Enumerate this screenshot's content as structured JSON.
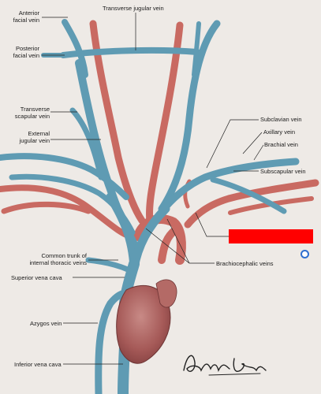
{
  "labels": {
    "anterior_facial_vein": "Anterior\nfacial vein",
    "posterior_facial_vein": "Posterior\nfacial vein",
    "transverse_jugular_vein": "Transverse jugular vein",
    "transverse_scapular_vein": "Transverse\nscapular vein",
    "external_jugular_vein": "External\njugular vein",
    "subclavian_vein": "Subclavian vein",
    "axillary_vein": "Axillary vein",
    "brachial_vein": "Brachial vein",
    "subscapular_vein": "Subscapular vein",
    "common_trunk": "Common trunk of\ninternal thoracic veins",
    "superior_vena_cava": "Superior vena cava",
    "brachiocephalic_veins": "Brachiocephalic veins",
    "azygos_vein": "Azygos vein",
    "inferior_vena_cava": "Inferior vena cava"
  },
  "colors": {
    "vein": "#5f9bb3",
    "artery": "#c96a62",
    "heart": "#a65a58",
    "mask": "#ff0000",
    "marker_border": "#2f6fd0"
  }
}
